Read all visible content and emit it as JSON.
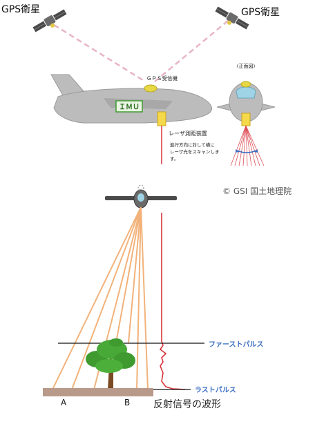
{
  "satellites": {
    "left_label": "GPS衛星",
    "right_label": "GPS衛星"
  },
  "airplane": {
    "receiver_label": "ＧＰＳ受信機",
    "imu_label": "ＩＭＵ",
    "laser_label": "レーザ測距装置",
    "scan_note_line1": "進行方向に対して横に",
    "scan_note_line2": "レーザ光をスキャンしま",
    "scan_note_line3": "す。",
    "front_view_label": "(正面図)"
  },
  "copyright": "© GSI 国土地理院",
  "pulses": {
    "first_label": "ファーストパルス",
    "last_label": "ラストパルス"
  },
  "ground": {
    "point_a": "A",
    "point_b": "B"
  },
  "waveform_label": "反射信号の波形",
  "colors": {
    "plane_body": "#bcbcbc",
    "laser_red": "#d8333b",
    "beam_orange": "#f2b27a",
    "gps_link_pink": "#e8b4c8",
    "pulse_blue": "#3a6fc4",
    "ground_brown": "#b99a8a",
    "tree_green": "#3f9b2f",
    "trunk_brown": "#7a4a22"
  }
}
